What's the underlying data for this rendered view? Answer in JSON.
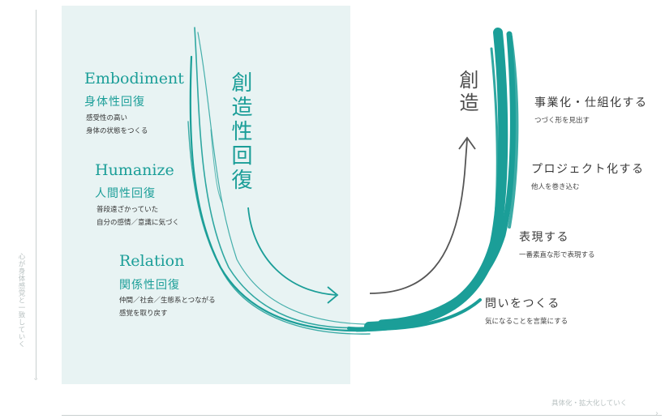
{
  "axes": {
    "vertical_label": "心が身体感覚と一致していく",
    "horizontal_label": "具体化・拡大化していく",
    "vertical_arrow_icon": "down-arrow",
    "horizontal_arrow_icon": "right-arrow"
  },
  "left_panel": {
    "vertical_title": "創造性回復",
    "sections": [
      {
        "en": "Embodiment",
        "jp": "身体性回復",
        "desc": [
          "感受性の高い",
          "身体の状態をつくる"
        ]
      },
      {
        "en": "Humanize",
        "jp": "人間性回復",
        "desc": [
          "普段遠ざかっていた",
          "自分の感情／意識に気づく"
        ]
      },
      {
        "en": "Relation",
        "jp": "関係性回復",
        "desc": [
          "仲間／社会／生態系とつながる",
          "感覚を取り戻す"
        ]
      }
    ]
  },
  "right_panel": {
    "vertical_title": "創造",
    "steps": [
      {
        "title": "事業化・仕組化する",
        "desc": "つづく形を見出す"
      },
      {
        "title": "プロジェクト化する",
        "desc": "他人を巻き込む"
      },
      {
        "title": "表現する",
        "desc": "一番素直な形で表現する"
      },
      {
        "title": "問いをつくる",
        "desc": "気になることを言葉にする"
      }
    ]
  },
  "colors": {
    "teal": "#1b9e98",
    "panel_bg": "#e8f3f3",
    "text_dark": "#3a3a3a",
    "axis": "#c9cfcf"
  }
}
